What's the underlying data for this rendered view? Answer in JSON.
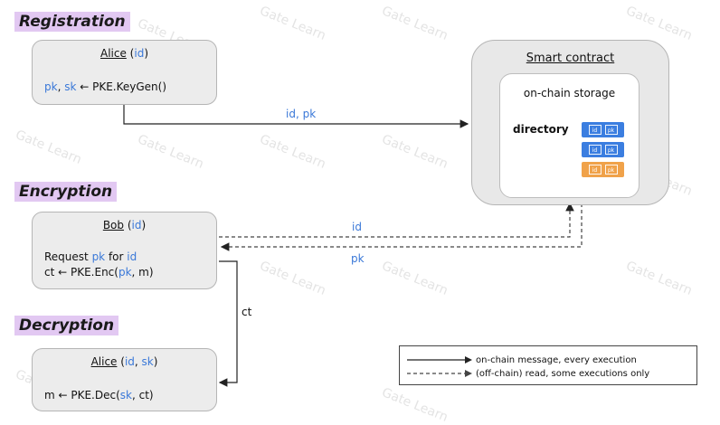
{
  "sections": {
    "registration": "Registration",
    "encryption": "Encryption",
    "decryption": "Decryption"
  },
  "registration_box": {
    "name": "Alice",
    "name_args": [
      "(",
      "id",
      ")"
    ],
    "line1": {
      "pk": "pk",
      "sep": ", ",
      "sk": "sk",
      "rest": " ← PKE.KeyGen()"
    }
  },
  "encryption_box": {
    "name": "Bob",
    "name_args": [
      "(",
      "id",
      ")"
    ],
    "line1": {
      "a": "Request ",
      "pk": "pk",
      "b": " for ",
      "id": "id"
    },
    "line2": {
      "a": "ct ← PKE.Enc(",
      "pk": "pk",
      "b": ", m)"
    }
  },
  "decryption_box": {
    "name": "Alice",
    "name_args": [
      "(",
      "id",
      ", ",
      "sk",
      ")"
    ],
    "line1": {
      "a": "m ← PKE.Dec(",
      "sk": "sk",
      "b": ", ct)"
    }
  },
  "contract": {
    "title": "Smart contract",
    "storage": "on-chain storage",
    "directory": "directory",
    "entries": [
      {
        "color": "#3b7ee0",
        "cells": [
          "id",
          "pk"
        ]
      },
      {
        "color": "#3b7ee0",
        "cells": [
          "id",
          "pk"
        ]
      },
      {
        "color": "#f0a24a",
        "cells": [
          "id",
          "pk"
        ]
      }
    ]
  },
  "arrow_labels": {
    "reg": "id, pk",
    "enc_id": "id",
    "enc_pk": "pk",
    "ct": "ct"
  },
  "legend": {
    "solid": "on-chain message, every execution",
    "dashed": "(off-chain) read, some executions only"
  },
  "watermark": "Gate Learn",
  "colors": {
    "highlight": "#e2c8f2",
    "var_blue": "#3a78d8",
    "box_fill": "#ececec"
  }
}
